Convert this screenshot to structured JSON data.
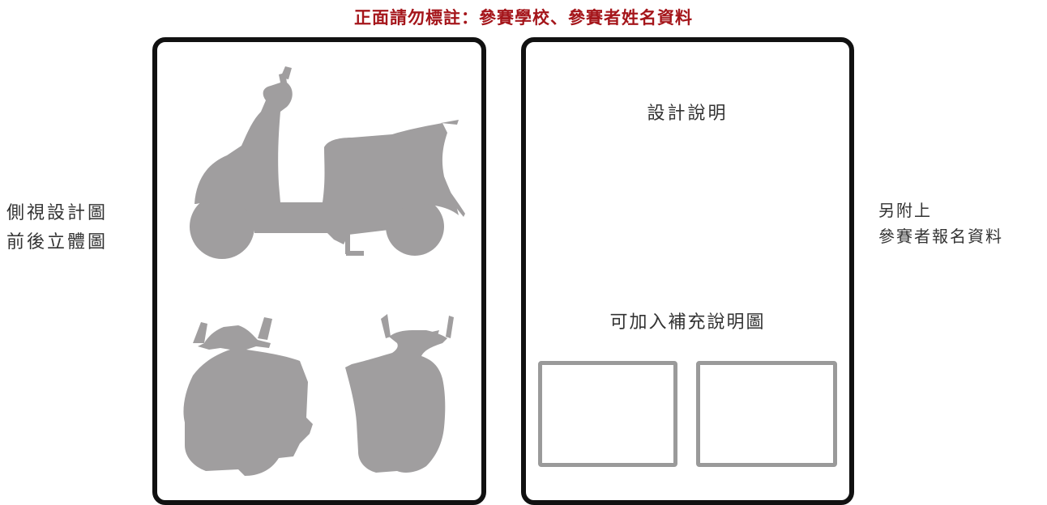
{
  "header": {
    "note": "正面請勿標註：參賽學校、參賽者姓名資料"
  },
  "left_label": {
    "lines": [
      "側視設計圖",
      "前後立體圖"
    ]
  },
  "right_panel": {
    "title": "設計說明",
    "supplement": "可加入補充說明圖"
  },
  "right_label": {
    "lines": [
      "另附上",
      "參賽者報名資料"
    ]
  },
  "colors": {
    "silhouette": "#a09e9f",
    "frame": "#9a9a9a",
    "border": "#111111",
    "note": "#a5161b"
  }
}
